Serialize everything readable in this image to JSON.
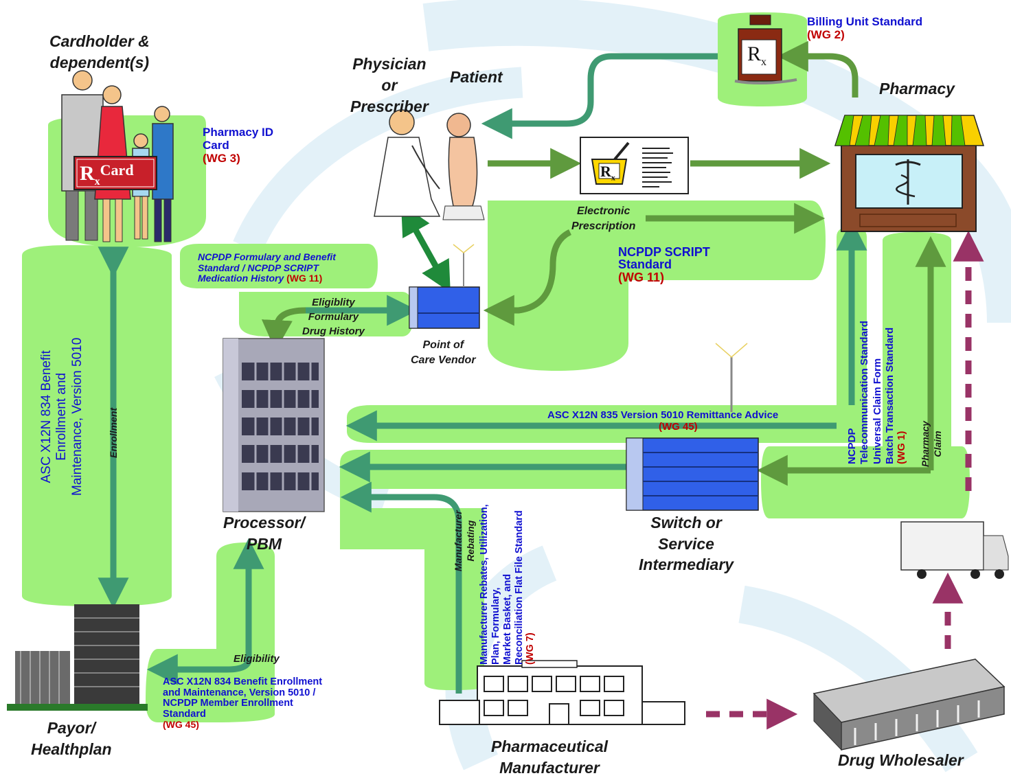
{
  "colors": {
    "band": "#9ef07a",
    "arrow_teal": "#3f9a72",
    "arrow_olive": "#5f9a3e",
    "arrow_dark_green": "#1f8a3a",
    "arrow_purple": "#993366",
    "label_blue": "#1010d0",
    "label_red": "#c00000",
    "background_swirl": "#e3f1f8"
  },
  "entities": {
    "cardholder": "Cardholder &\ndependent(s)",
    "physician": "Physician\nor\nPrescriber",
    "patient": "Patient",
    "pharmacy": "Pharmacy",
    "point_of_care": "Point of\nCare Vendor",
    "processor": "Processor/\nPBM",
    "switch": "Switch or\nService\nIntermediary",
    "payor": "Payor/\nHealthplan",
    "manufacturer": "Pharmaceutical\nManufacturer",
    "wholesaler": "Drug Wholesaler"
  },
  "icons": {
    "rx_card": "Card",
    "rx_symbol": "R",
    "rx_sub": "x"
  },
  "labels": {
    "billing_unit": {
      "name": "Billing Unit Standard",
      "wg": "(WG 2)"
    },
    "pharmacy_id": {
      "name": "Pharmacy ID\nCard",
      "wg": "(WG 3)"
    },
    "formulary": {
      "name": "NCPDP Formulary and Benefit\nStandard / NCPDP SCRIPT\nMedication History",
      "wg": "(WG 11)"
    },
    "eligibility_formulary": "Eligiblity\nFormulary\nDrug History",
    "electronic_prescription": "Electronic\nPrescription",
    "script": {
      "name": "NCPDP SCRIPT\nStandard",
      "wg": "(WG 11)"
    },
    "enrollment_834": "ASC X12N 834 Benefit\nEnrollment and\nMaintenance, Version 5010",
    "enrollment_arrow": "Enrollment",
    "remittance_835": {
      "name": "ASC X12N 835 Version 5010 Remittance Advice",
      "wg": "(WG 45)"
    },
    "telecom": {
      "name": "NCPDP\nTelecommunication Standard\nUniversal Claim Form\nBatch Transaction Standard",
      "wg": "(WG 1)"
    },
    "pharmacy_claim": "Pharmacy\nClaim",
    "manufacturer_rebating": "Manufacturer\nRebating",
    "rebates_standard": {
      "name": "Manufacturer Rebates, Utilization,\nPlan, Formulary,\nMarket Basket, and\nReconciliation Flat File Standard",
      "wg": "(WG 7)"
    },
    "eligibility": "Eligibility",
    "member_enrollment": {
      "name": "ASC X12N 834 Benefit Enrollment\nand Maintenance, Version 5010 /\nNCPDP Member Enrollment\nStandard",
      "wg": "(WG 45)"
    }
  }
}
